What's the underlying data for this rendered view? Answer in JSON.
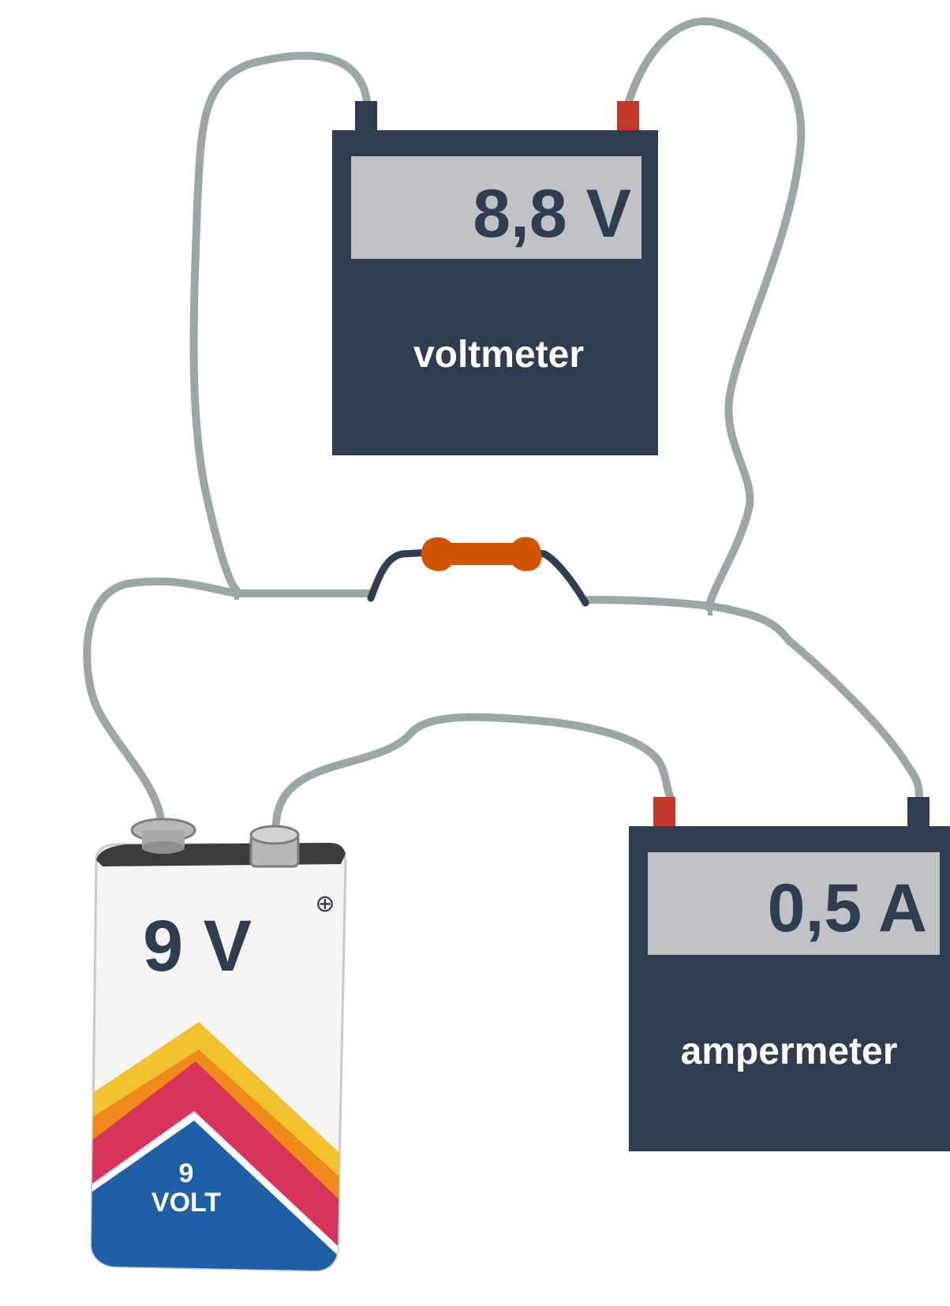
{
  "voltmeter": {
    "reading": "8,8 V",
    "label": "voltmeter"
  },
  "ampermeter": {
    "reading": "0,5 A",
    "label": "ampermeter"
  },
  "battery": {
    "label": "9 V",
    "brand_number": "9",
    "brand_word": "VOLT",
    "plus_symbol": "⊕"
  },
  "colors": {
    "meter_body": "#2e3e50",
    "meter_display": "#bfc3c6",
    "wire": "#9aa7a7",
    "terminal_positive": "#c0392b",
    "terminal_negative": "#2e3e50",
    "resistor": "#d35400",
    "battery_yellow": "#f2c12e",
    "battery_red": "#d8335a",
    "battery_orange": "#f08a1c",
    "battery_blue": "#1f5fa8"
  }
}
